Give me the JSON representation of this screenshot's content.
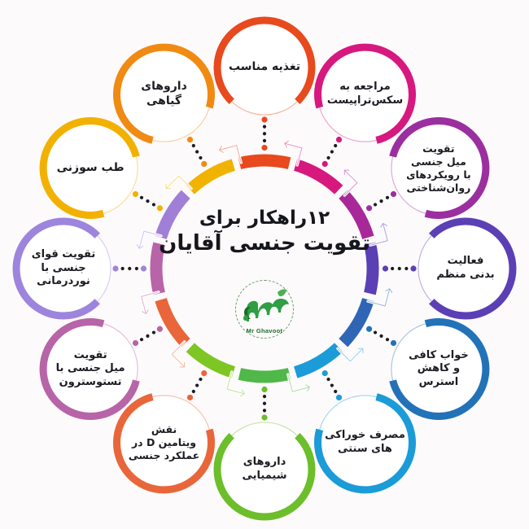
{
  "meta": {
    "background_color": "#fdfafb",
    "text_color": "#1b1b22"
  },
  "center": {
    "title_line1": "۱۲راهکار برای",
    "title_line2": "تقویت جنسی آقایان",
    "logo_brand": "Mr Ghavoot",
    "logo_color": "#2f9e44"
  },
  "ring": {
    "segment_count": 12,
    "colors": [
      "#e8491d",
      "#d6187f",
      "#a8289a",
      "#5b3fb5",
      "#2e66b5",
      "#1b9bd8",
      "#4fb848",
      "#7dc623",
      "#e8663a",
      "#b764a8",
      "#a07fd6",
      "#f0b300"
    ]
  },
  "nodes": [
    {
      "id": 1,
      "label": "تغذیه مناسب",
      "color": "#e8491d",
      "font_size": 14
    },
    {
      "id": 2,
      "label": "مراجعه به\nسکس‌تراپیست",
      "color": "#d6187f",
      "font_size": 13
    },
    {
      "id": 3,
      "label": "تقویت\nمیل جنسی\nبا رویکردهای\nروان‌شناختی",
      "color": "#9b2fa0",
      "font_size": 12.5
    },
    {
      "id": 4,
      "label": "فعالیت\nبدنی منظم",
      "color": "#5b3fb5",
      "font_size": 13
    },
    {
      "id": 5,
      "label": "خواب کافی\nو کاهش\nاسترس",
      "color": "#2272b8",
      "font_size": 13
    },
    {
      "id": 6,
      "label": "مصرف خوراکی\nهای سنتی",
      "color": "#1b9bd8",
      "font_size": 13
    },
    {
      "id": 7,
      "label": "داروهای\nشیمیایی",
      "color": "#6cbe2a",
      "font_size": 13
    },
    {
      "id": 8,
      "label": "نقش\nویتامین D در\nعملکرد جنسی",
      "color": "#e8663a",
      "font_size": 12.5
    },
    {
      "id": 9,
      "label": "تقویت\nمیل جنسی با\nتستوسترون",
      "color": "#b764a8",
      "font_size": 13
    },
    {
      "id": 10,
      "label": "تقویت قوای\nجنسی با\nنوردرمانی",
      "color": "#9d85dd",
      "font_size": 13
    },
    {
      "id": 11,
      "label": "طب سوزنی",
      "color": "#f2b100",
      "font_size": 14
    },
    {
      "id": 12,
      "label": "داروهای\nگیاهی",
      "color": "#f08a13",
      "font_size": 14
    }
  ]
}
